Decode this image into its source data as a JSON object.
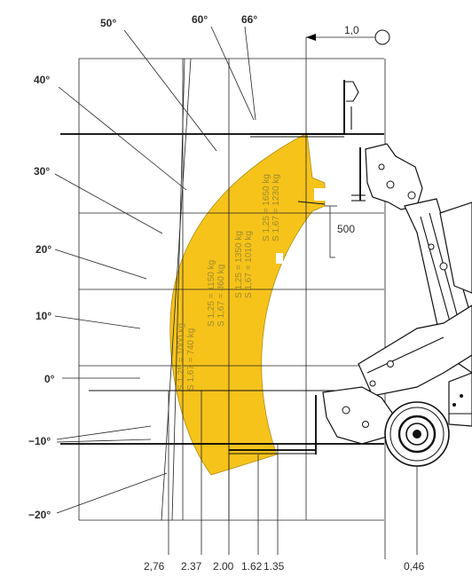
{
  "angles": [
    "66°",
    "60°",
    "50°",
    "40°",
    "30°",
    "20°",
    "10°",
    "0°",
    "−10°",
    "−20°"
  ],
  "reach_labels": [
    "2,76",
    "2.37",
    "2.00",
    "1.62",
    "1.35",
    "0,46"
  ],
  "top_dimension": "1,0",
  "fork_dimension": "500",
  "load_zones": [
    {
      "line1": "S 1,25 = 1000 kg",
      "line2": "S 1,67 = 740 kg"
    },
    {
      "line1": "S 1,25 = 1150 kg",
      "line2": "S 1,67 = 860 kg"
    },
    {
      "line1": "S 1,25 = 1350 kg",
      "line2": "S 1,67 = 1010 kg"
    },
    {
      "line1": "S 1,25 = 1650 kg",
      "line2": "S 1,67 = 1230 kg"
    }
  ],
  "colors": {
    "load_zone": "#f6c31b",
    "lines": "#222222"
  }
}
